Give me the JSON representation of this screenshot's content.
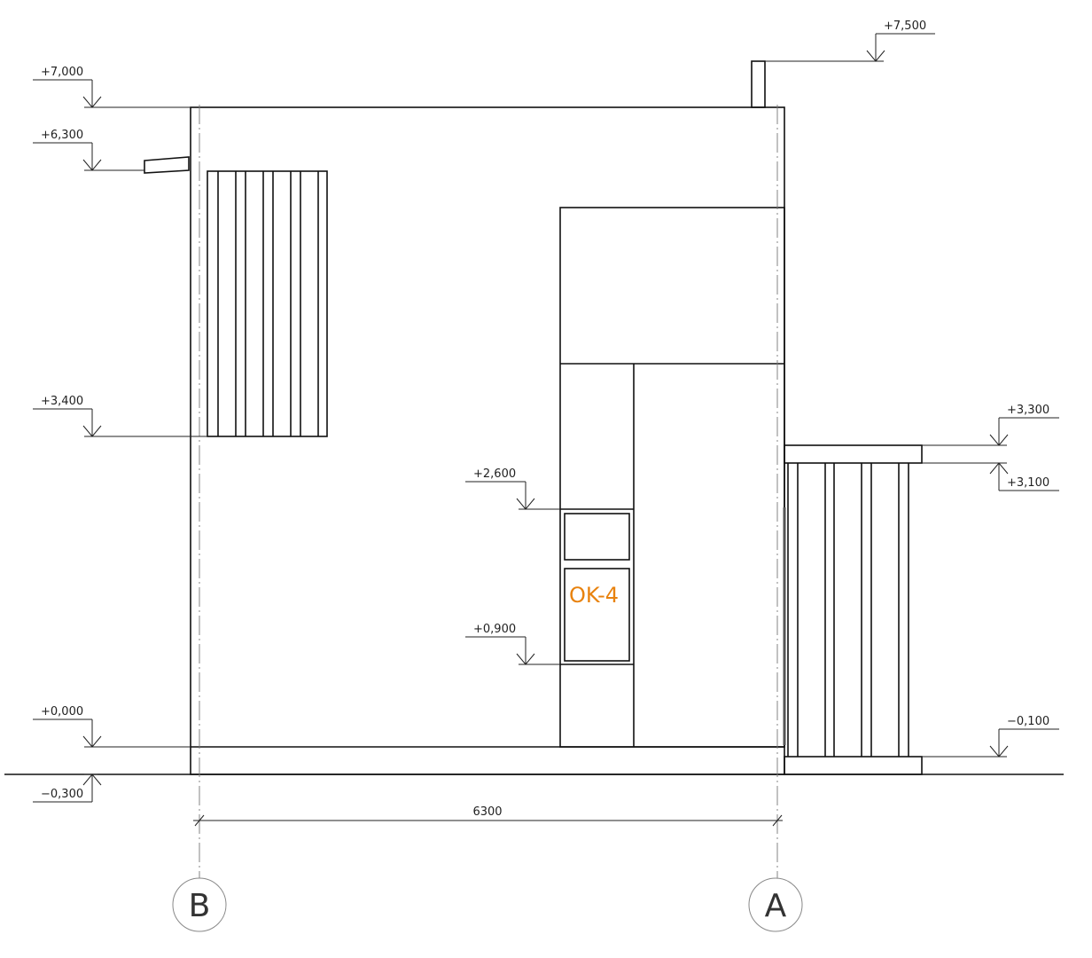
{
  "drawing": {
    "elevation_marks": {
      "top_chimney": "+7,500",
      "roof": "+7,000",
      "canopy": "+6,300",
      "louver_bottom": "+3,400",
      "porch_roof_top": "+3,300",
      "porch_roof_bottom": "+3,100",
      "window_top": "+2,600",
      "window_bottom": "+0,900",
      "floor": "+0,000",
      "porch_floor": "−0,100",
      "ground": "−0,300"
    },
    "dimension": "6300",
    "axes": {
      "left": "B",
      "right": "A"
    },
    "window_mark": "OK-4",
    "accent_color": "#e8820e"
  }
}
